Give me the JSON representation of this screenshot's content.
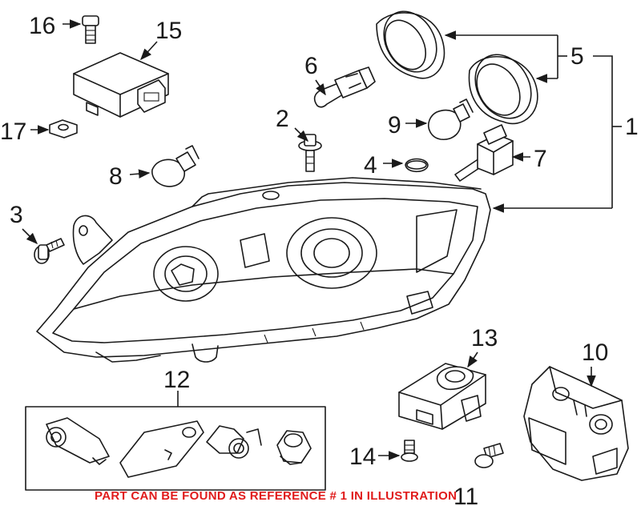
{
  "callouts": [
    {
      "id": "1",
      "label": "1"
    },
    {
      "id": "2",
      "label": "2"
    },
    {
      "id": "3",
      "label": "3"
    },
    {
      "id": "4",
      "label": "4"
    },
    {
      "id": "5",
      "label": "5"
    },
    {
      "id": "6",
      "label": "6"
    },
    {
      "id": "7",
      "label": "7"
    },
    {
      "id": "8",
      "label": "8"
    },
    {
      "id": "9",
      "label": "9"
    },
    {
      "id": "10",
      "label": "10"
    },
    {
      "id": "11",
      "label": "11"
    },
    {
      "id": "12",
      "label": "12"
    },
    {
      "id": "13",
      "label": "13"
    },
    {
      "id": "14",
      "label": "14"
    },
    {
      "id": "15",
      "label": "15"
    },
    {
      "id": "16",
      "label": "16"
    },
    {
      "id": "17",
      "label": "17"
    }
  ],
  "note": "PART CAN BE FOUND AS REFERENCE # 1 IN ILLUSTRATION",
  "colors": {
    "line": "#1a1a1a",
    "note": "#e01b1b",
    "background": "#ffffff"
  }
}
